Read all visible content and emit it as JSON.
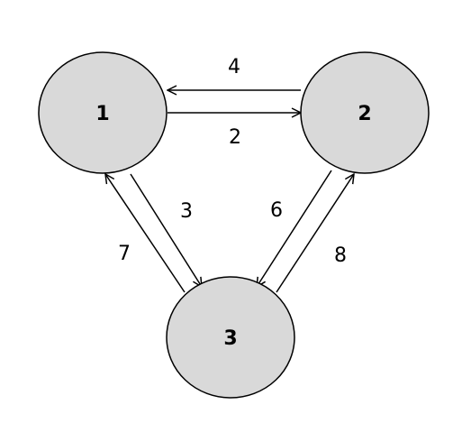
{
  "nodes": [
    {
      "id": "n1",
      "label": "1"
    },
    {
      "id": "n2",
      "label": "2"
    },
    {
      "id": "n3",
      "label": "3"
    }
  ],
  "edges": [
    {
      "id": "e12",
      "from": "n1",
      "to": "n2",
      "label": "2"
    },
    {
      "id": "e21",
      "from": "n2",
      "to": "n1",
      "label": "4"
    },
    {
      "id": "e13",
      "from": "n1",
      "to": "n3",
      "label": "3"
    },
    {
      "id": "e31",
      "from": "n3",
      "to": "n1",
      "label": "7"
    },
    {
      "id": "e23",
      "from": "n2",
      "to": "n3",
      "label": "6"
    },
    {
      "id": "e32",
      "from": "n3",
      "to": "n2",
      "label": "8"
    }
  ]
}
